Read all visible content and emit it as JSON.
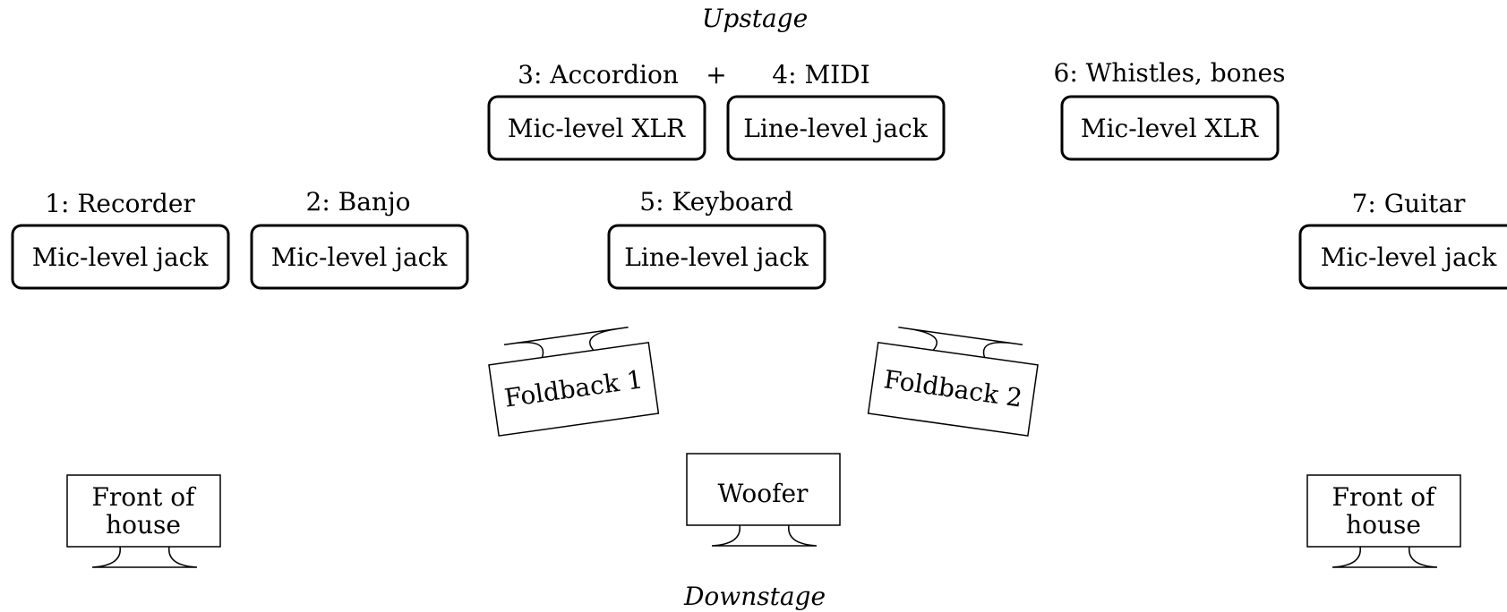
{
  "orientation": {
    "top": "Upstage",
    "bottom": "Downstage"
  },
  "joiner": "+",
  "channels": [
    {
      "label": "1: Recorder",
      "input": "Mic-level jack"
    },
    {
      "label": "2: Banjo",
      "input": "Mic-level jack"
    },
    {
      "label": "3: Accordion",
      "input": "Mic-level XLR"
    },
    {
      "label": "4: MIDI",
      "input": "Line-level jack"
    },
    {
      "label": "5: Keyboard",
      "input": "Line-level jack"
    },
    {
      "label": "6: Whistles, bones",
      "input": "Mic-level XLR"
    },
    {
      "label": "7: Guitar",
      "input": "Mic-level jack"
    }
  ],
  "speakers": {
    "foldback_left": "Foldback 1",
    "foldback_right": "Foldback 2",
    "woofer": "Woofer",
    "foh_left": [
      "Front of",
      "house"
    ],
    "foh_right": [
      "Front of",
      "house"
    ]
  }
}
